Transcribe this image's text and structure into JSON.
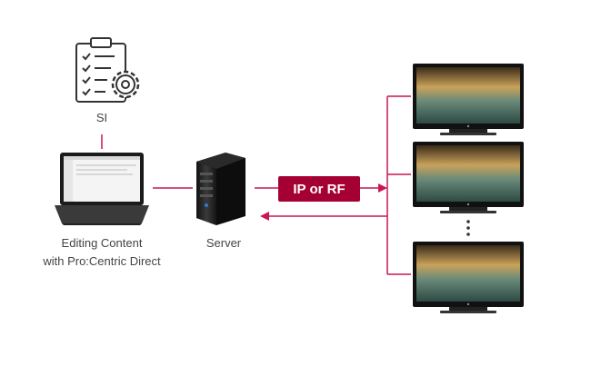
{
  "si": {
    "label": "SI",
    "icon": "checklist-gear-icon"
  },
  "laptop": {
    "label_line1": "Editing Content",
    "label_line2": "with Pro:Centric Direct",
    "icon": "laptop-icon"
  },
  "server": {
    "label": "Server",
    "icon": "server-tower-icon"
  },
  "connection": {
    "label": "IP or RF"
  },
  "displays": {
    "count_shown": 3,
    "ellipsis": "⋮",
    "icon": "tv-display-icon"
  },
  "colors": {
    "accent": "#a50034",
    "connector": "#c9174f",
    "text": "#444444"
  }
}
